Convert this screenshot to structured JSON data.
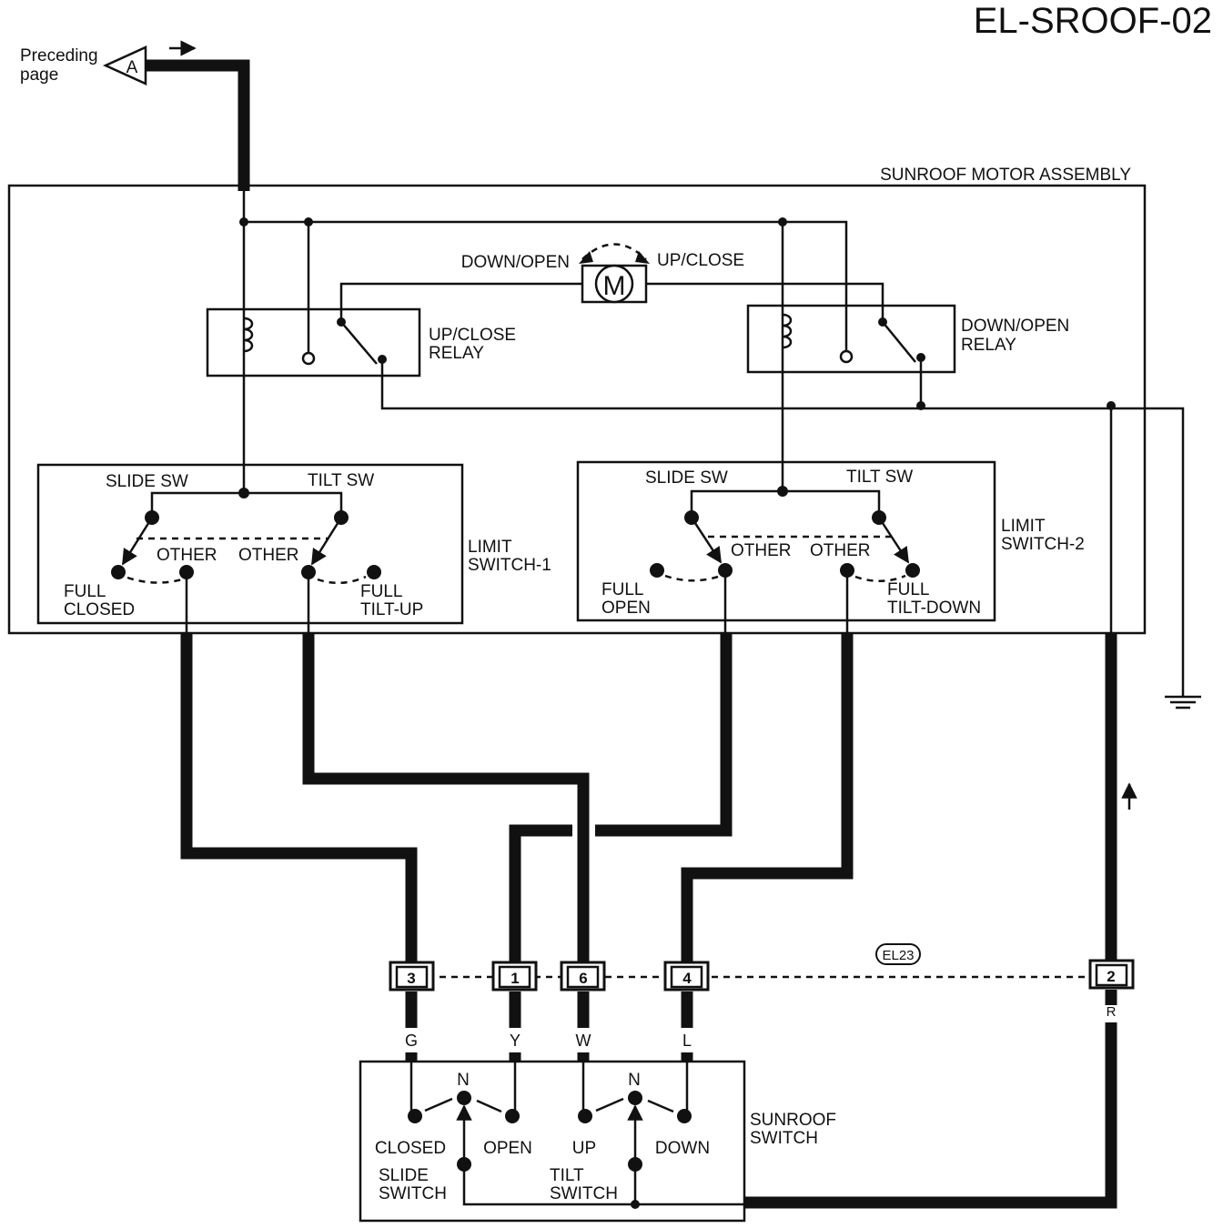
{
  "page_id": "EL-SROOF-02",
  "preceding": {
    "line1": "Preceding",
    "line2": "page",
    "connector": "A"
  },
  "assembly_label": "SUNROOF MOTOR ASSEMBLY",
  "motor": {
    "symbol": "M",
    "left_label": "DOWN/OPEN",
    "right_label": "UP/CLOSE"
  },
  "relay1": {
    "line1": "UP/CLOSE",
    "line2": "RELAY"
  },
  "relay2": {
    "line1": "DOWN/OPEN",
    "line2": "RELAY"
  },
  "limit1": {
    "title1": "LIMIT",
    "title2": "SWITCH-1",
    "slide_sw": "SLIDE SW",
    "tilt_sw": "TILT SW",
    "other_left": "OTHER",
    "other_right": "OTHER",
    "left_pos1": "FULL",
    "left_pos2": "CLOSED",
    "right_pos1": "FULL",
    "right_pos2": "TILT-UP"
  },
  "limit2": {
    "title1": "LIMIT",
    "title2": "SWITCH-2",
    "slide_sw": "SLIDE SW",
    "tilt_sw": "TILT SW",
    "other_left": "OTHER",
    "other_right": "OTHER",
    "left_pos1": "FULL",
    "left_pos2": "OPEN",
    "right_pos1": "FULL",
    "right_pos2": "TILT-DOWN"
  },
  "connector": {
    "id": "EL23",
    "pins": [
      "3",
      "1",
      "6",
      "4",
      "2"
    ],
    "wires": [
      "G",
      "Y",
      "W",
      "L",
      "R"
    ]
  },
  "sunroof_switch": {
    "title1": "SUNROOF",
    "title2": "SWITCH",
    "neutral_left": "N",
    "neutral_right": "N",
    "closed": "CLOSED",
    "open": "OPEN",
    "up": "UP",
    "down": "DOWN",
    "slide1": "SLIDE",
    "slide2": "SWITCH",
    "tilt1": "TILT",
    "tilt2": "SWITCH"
  }
}
